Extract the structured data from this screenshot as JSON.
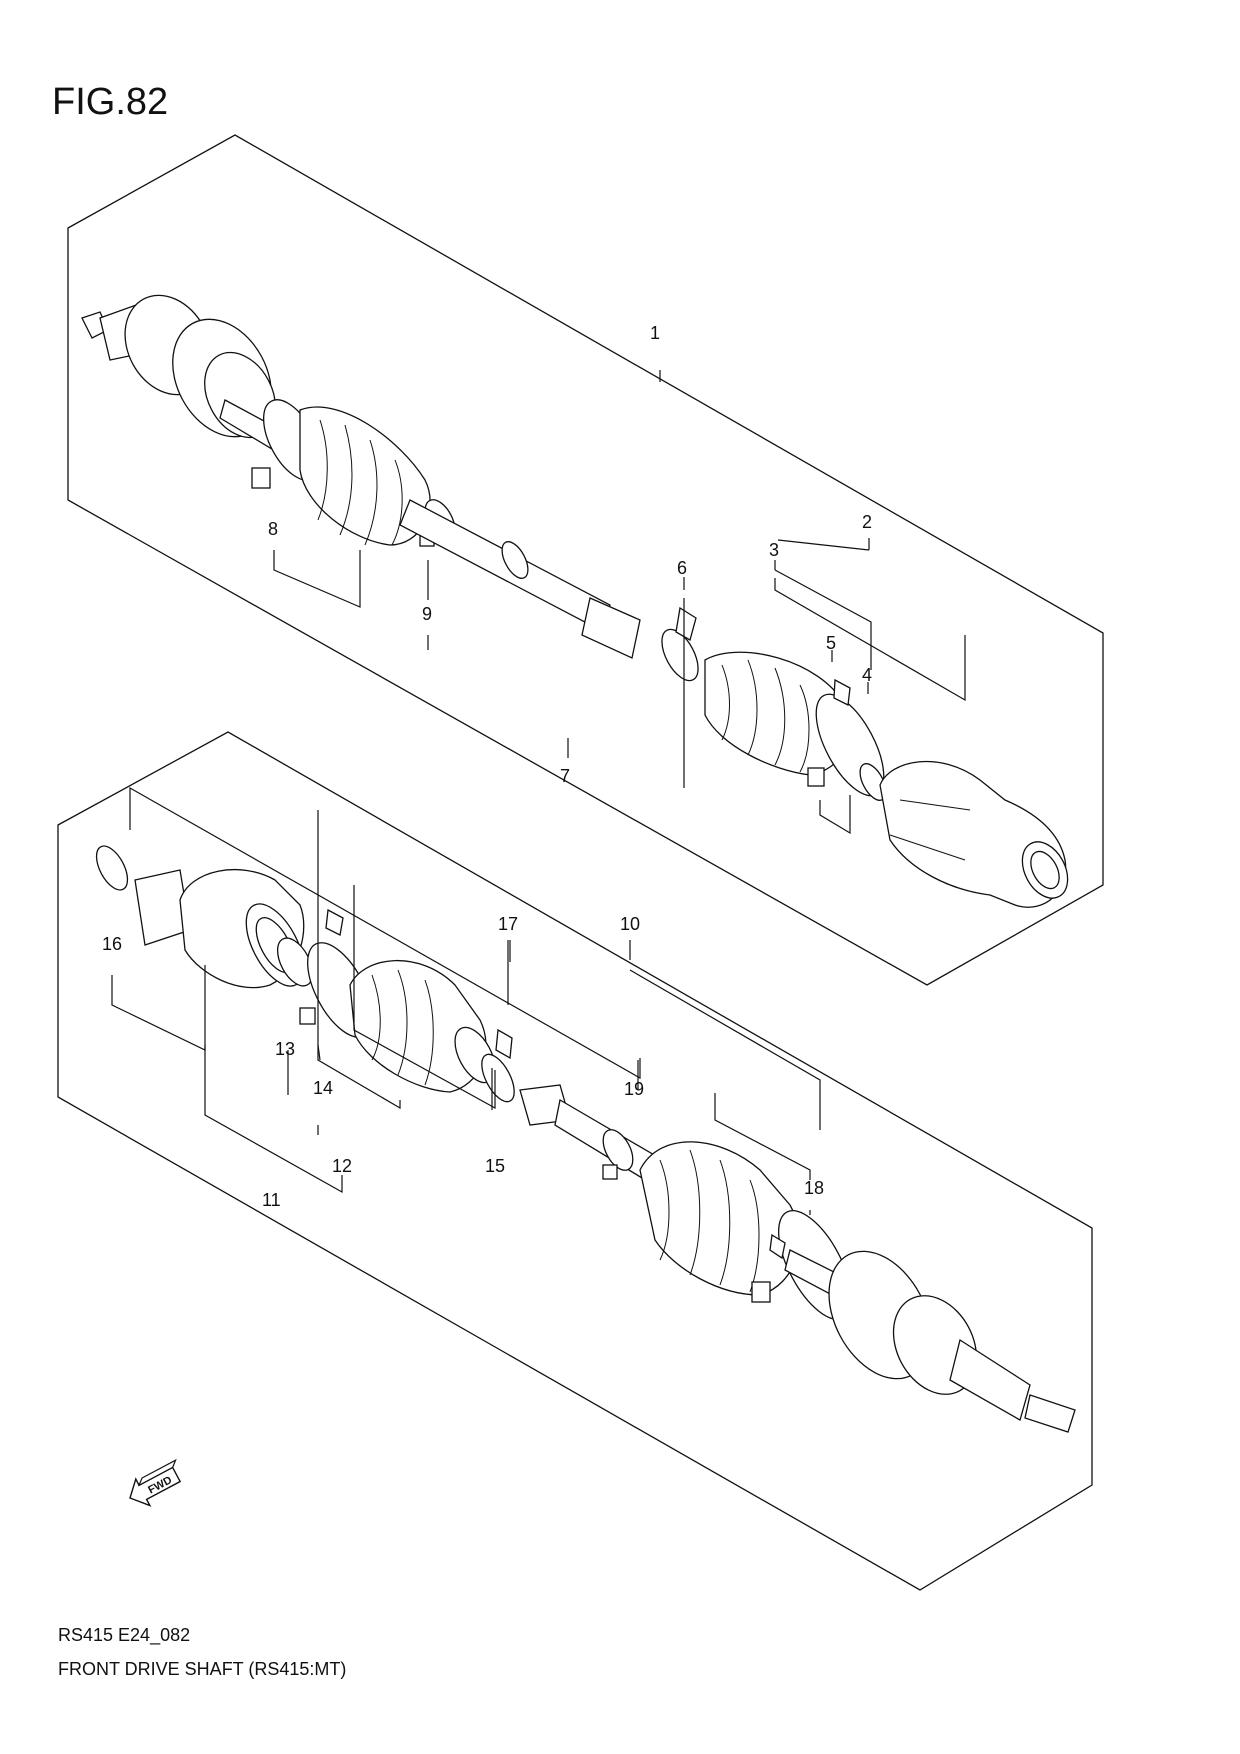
{
  "figure_title": "FIG.82",
  "callouts": [
    "1",
    "2",
    "3",
    "4",
    "5",
    "6",
    "7",
    "8",
    "9",
    "10",
    "11",
    "12",
    "13",
    "14",
    "15",
    "16",
    "17",
    "18",
    "19"
  ],
  "fwd_label": "FWD",
  "footer": {
    "code": "RS415 E24_082",
    "caption": "FRONT DRIVE SHAFT (RS415:MT)"
  }
}
